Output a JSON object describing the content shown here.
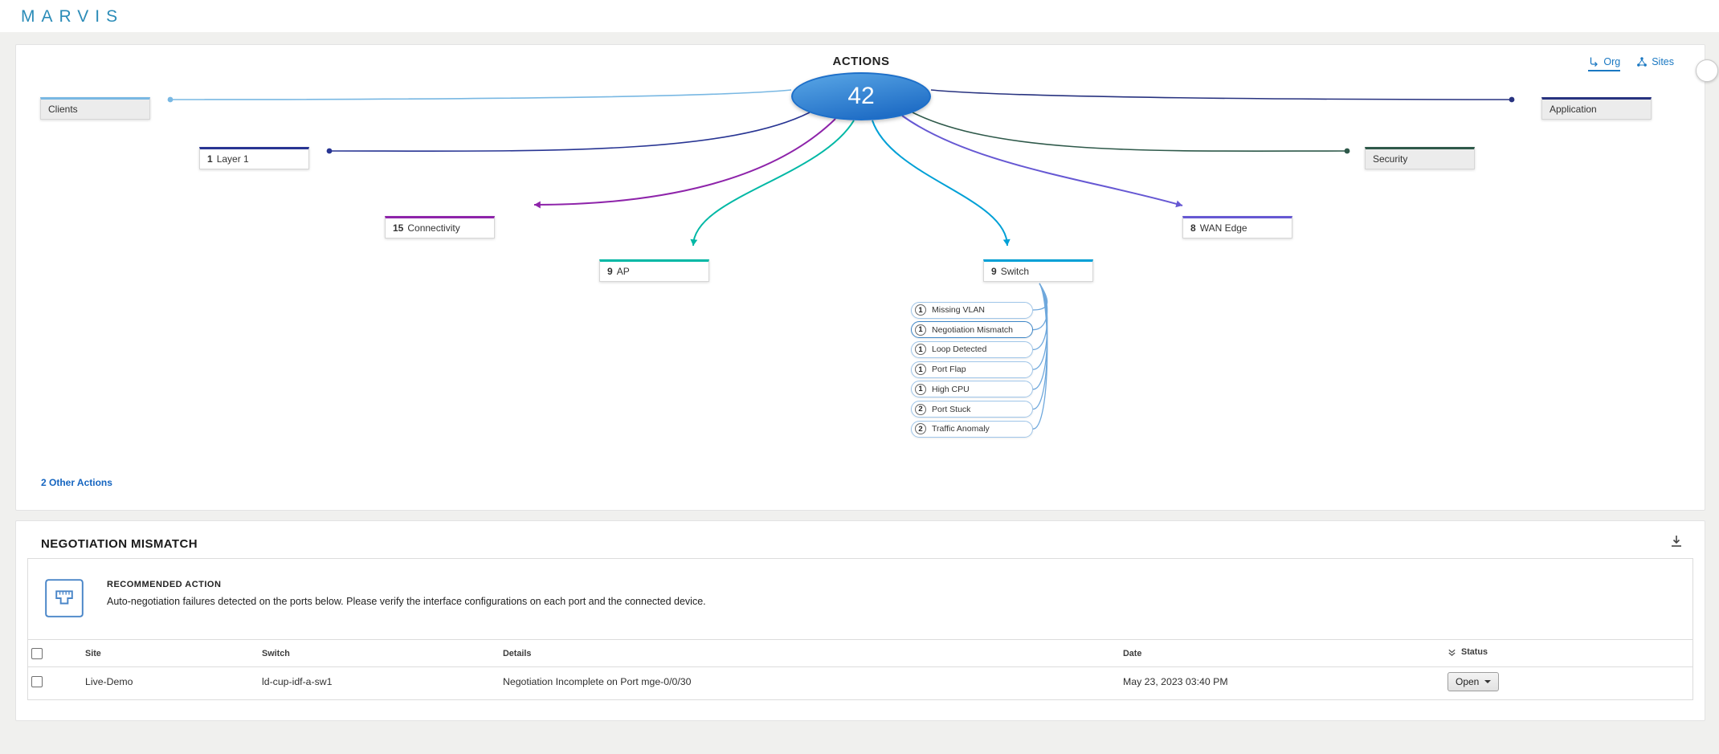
{
  "app": {
    "logo": "MARVIS"
  },
  "colors": {
    "accent_blue": "#1a78c2",
    "link_blue": "#1565c0",
    "node_top": "#5aa7e6",
    "node_bottom": "#1563c0",
    "node_border": "#1d6fc9",
    "subaction_line": "#6fa8dc"
  },
  "actions_panel": {
    "title": "ACTIONS",
    "total_count": "42",
    "view_toggle": {
      "org_label": "Org",
      "sites_label": "Sites"
    },
    "other_actions_link": "2 Other Actions",
    "categories": [
      {
        "id": "clients",
        "count": "",
        "label": "Clients",
        "color": "#79b8e3",
        "muted": true
      },
      {
        "id": "layer1",
        "count": "1",
        "label": "Layer 1",
        "color": "#283593",
        "muted": false
      },
      {
        "id": "connectivity",
        "count": "15",
        "label": "Connectivity",
        "color": "#8e24aa",
        "muted": false
      },
      {
        "id": "ap",
        "count": "9",
        "label": "AP",
        "color": "#00b8a5",
        "muted": false
      },
      {
        "id": "switch",
        "count": "9",
        "label": "Switch",
        "color": "#00a0d6",
        "muted": false
      },
      {
        "id": "wanedge",
        "count": "8",
        "label": "WAN Edge",
        "color": "#6658d3",
        "muted": false
      },
      {
        "id": "security",
        "count": "",
        "label": "Security",
        "color": "#2e594a",
        "muted": true
      },
      {
        "id": "application",
        "count": "",
        "label": "Application",
        "color": "#283380",
        "muted": true
      }
    ],
    "switch_subactions": [
      {
        "count": "1",
        "label": "Missing VLAN"
      },
      {
        "count": "1",
        "label": "Negotiation Mismatch",
        "selected": true
      },
      {
        "count": "1",
        "label": "Loop Detected"
      },
      {
        "count": "1",
        "label": "Port Flap"
      },
      {
        "count": "1",
        "label": "High CPU"
      },
      {
        "count": "2",
        "label": "Port Stuck"
      },
      {
        "count": "2",
        "label": "Traffic Anomaly"
      }
    ]
  },
  "detail_panel": {
    "title": "NEGOTIATION MISMATCH",
    "recommended_action": {
      "heading": "RECOMMENDED ACTION",
      "description": "Auto-negotiation failures detected on the ports below. Please verify the interface configurations on each port and the connected device."
    },
    "table": {
      "columns": [
        "Site",
        "Switch",
        "Details",
        "Date",
        "Status"
      ],
      "rows": [
        {
          "site": "Live-Demo",
          "switch": "ld-cup-idf-a-sw1",
          "details": "Negotiation Incomplete on Port mge-0/0/30",
          "date": "May 23, 2023 03:40 PM",
          "status": "Open"
        }
      ]
    }
  }
}
